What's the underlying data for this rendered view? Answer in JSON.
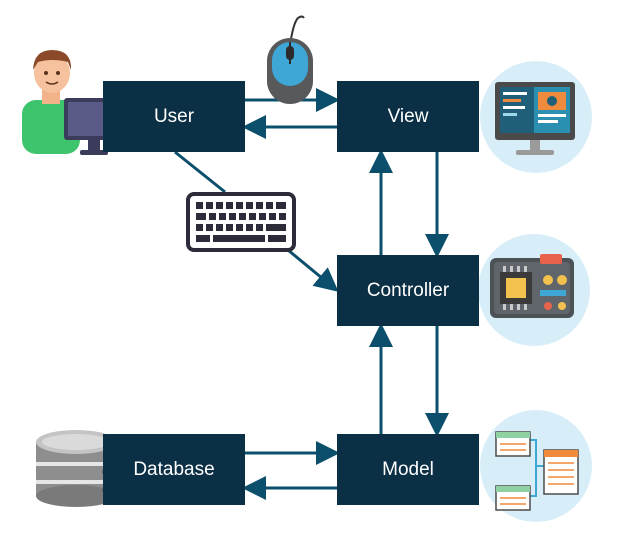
{
  "nodes": {
    "user": "User",
    "view": "View",
    "controller": "Controller",
    "database": "Database",
    "model": "Model"
  },
  "colors": {
    "box": "#0b2f44",
    "arrow": "#0b4f6c",
    "icon_circle": "#d7eef9"
  },
  "icons": [
    "person-at-computer-icon",
    "mouse-icon",
    "keyboard-icon",
    "monitor-icon",
    "circuit-board-icon",
    "database-icon",
    "table-schema-icon"
  ]
}
